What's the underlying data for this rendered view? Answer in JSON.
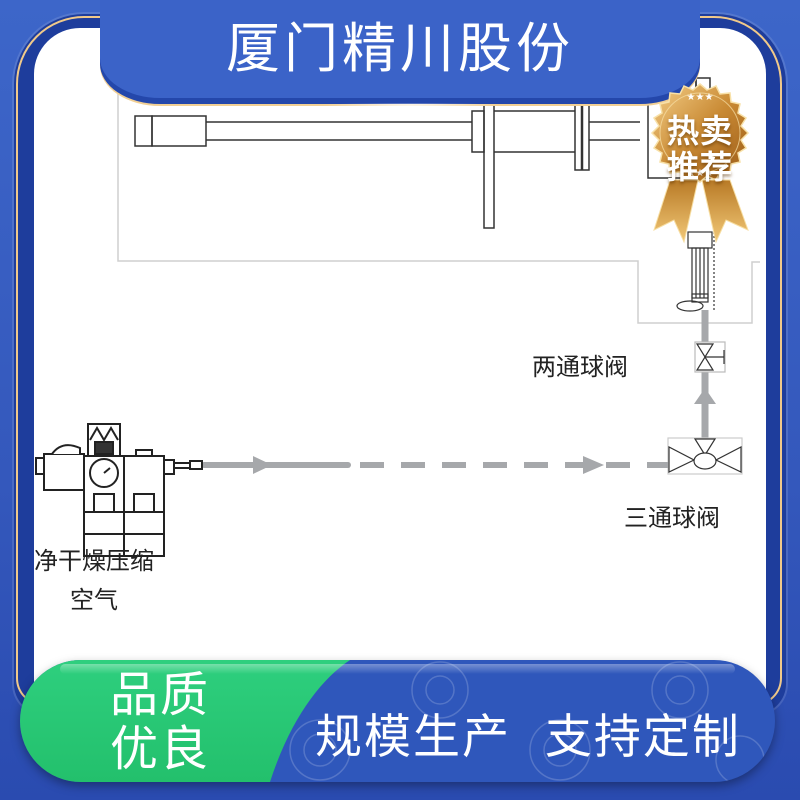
{
  "header": {
    "title": "厦门精川股份"
  },
  "badge": {
    "line1": "热卖",
    "line2": "推荐",
    "colors": {
      "gold_light": "#f2c877",
      "gold_dark": "#b8731f"
    }
  },
  "diagram": {
    "labels": {
      "two_way_valve": "两通球阀",
      "three_way_valve": "三通球阀",
      "air_source_line1": "净干燥压缩",
      "air_source_line2": "空气"
    },
    "line_color": "#a6a8ab"
  },
  "footer": {
    "quality_line1": "品质",
    "quality_line2": "优良",
    "slogan": "规模生产  支持定制",
    "colors": {
      "green": "#27c672",
      "blue": "#2f57bb"
    }
  },
  "theme": {
    "background_blue": "#3b63c6",
    "frame_dark_blue": "#1e3d9c",
    "gold_line": "#f0c98a"
  }
}
